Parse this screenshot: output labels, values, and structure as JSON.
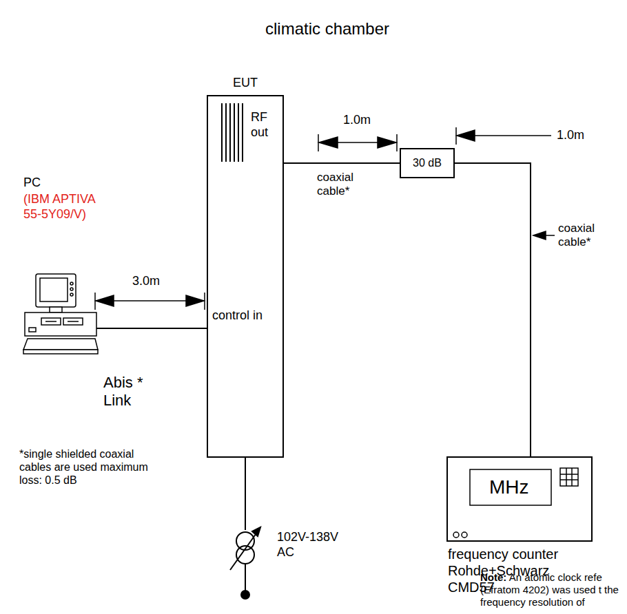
{
  "diagram": {
    "title": "climatic chamber",
    "nodes": [
      {
        "text": [
          "EUT",
          "RF out",
          "control in"
        ]
      },
      {
        "text": [
          "30 dB"
        ]
      },
      {
        "text": [
          "PC",
          "(IBM APTIVA 55-5Y09/V)"
        ]
      },
      {
        "text": [
          "MHz",
          "frequency counter Rohde+Schwarz CMD57"
        ]
      },
      {
        "text": [
          "102V-138V AC"
        ]
      }
    ],
    "edges": [
      {
        "from": 2,
        "to": 0,
        "arrow": "none",
        "label": "Abis * Link"
      },
      {
        "from": 0,
        "to": 1,
        "arrow": "none"
      },
      {
        "from": 1,
        "to": 3,
        "arrow": "none"
      },
      {
        "from": 0,
        "to": 4,
        "arrow": "none"
      }
    ],
    "labels": [
      "1.0m",
      "coaxial cable*",
      "1.0m",
      "coaxial cable*",
      "3.0m",
      "*single shielded coaxial cables are used maximum loss: 0.5 dB",
      "Note:",
      "An atomic clock refe (Efratom 4202) was used t the frequency resolution of"
    ]
  }
}
